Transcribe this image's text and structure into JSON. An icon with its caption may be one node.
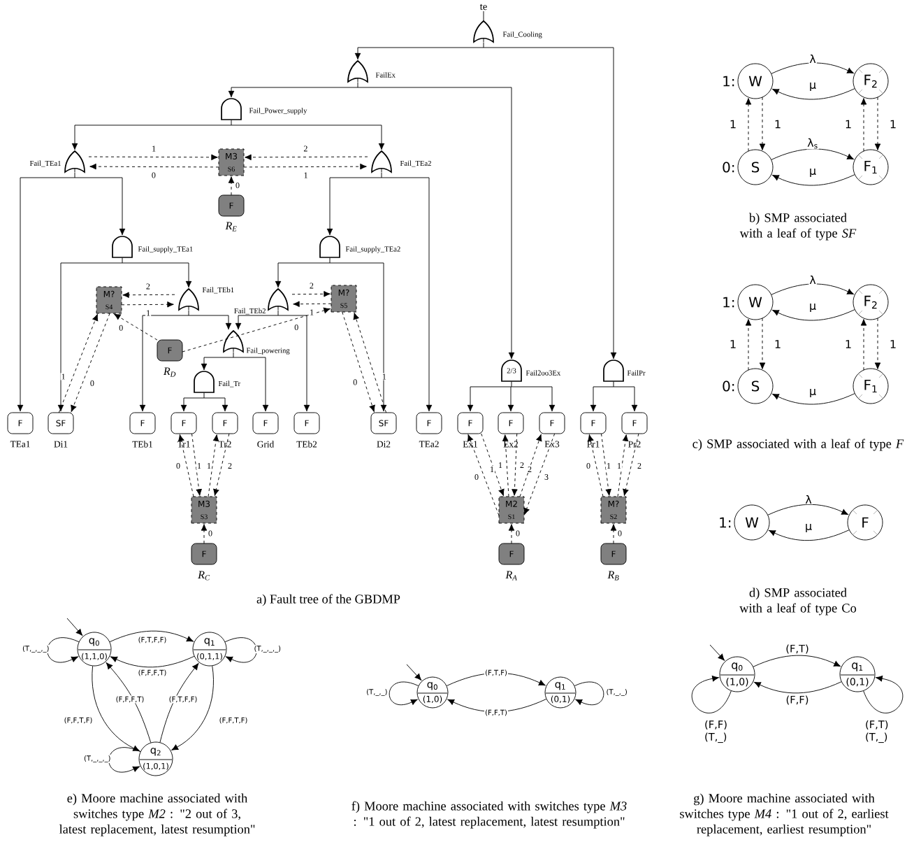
{
  "diagram": {
    "nodes": [
      {
        "text": [
          "te"
        ]
      },
      {
        "text": [],
        "shape": "or-gate",
        "beside": [
          "Fail_Cooling"
        ]
      },
      {
        "text": [],
        "shape": "or-gate",
        "beside": [
          "FailEx"
        ]
      },
      {
        "text": [],
        "shape": "and-gate",
        "beside": [
          "Fail_Power_supply"
        ]
      },
      {
        "text": [],
        "shape": "or-gate",
        "beside": [
          "Fail_TEa1"
        ]
      },
      {
        "text": [
          "M3",
          "S6"
        ]
      },
      {
        "text": [
          "F"
        ],
        "beside": [
          "R$_{E}$"
        ]
      },
      {
        "text": [],
        "shape": "or-gate",
        "beside": [
          "Fail_TEa2"
        ]
      },
      {
        "text": [],
        "shape": "and-gate",
        "beside": [
          "Fail_supply_TEa1"
        ]
      },
      {
        "text": [],
        "shape": "and-gate",
        "beside": [
          "Fail_supply_TEa2"
        ]
      },
      {
        "text": [
          "M?",
          "S4"
        ]
      },
      {
        "text": [],
        "shape": "or-gate",
        "beside": [
          "Fail_TEb1"
        ]
      },
      {
        "text": [],
        "shape": "or-gate",
        "beside": [
          "Fail_TEb2"
        ]
      },
      {
        "text": [
          "M?",
          "S5"
        ]
      },
      {
        "text": [
          "F"
        ],
        "beside": [
          "R$_{D}$"
        ]
      },
      {
        "text": [],
        "shape": "or-gate",
        "beside": [
          "Fail_powering"
        ]
      },
      {
        "text": [],
        "shape": "and-gate",
        "beside": [
          "Fail_Tr"
        ]
      },
      {
        "text": [
          "F"
        ],
        "beside": [
          "TEa1"
        ]
      },
      {
        "text": [
          "SF"
        ],
        "beside": [
          "Di1"
        ]
      },
      {
        "text": [
          "F"
        ],
        "beside": [
          "TEb1"
        ]
      },
      {
        "text": [
          "F"
        ],
        "beside": [
          "Tr1"
        ]
      },
      {
        "text": [
          "F"
        ],
        "beside": [
          "Tr2"
        ]
      },
      {
        "text": [
          "F"
        ],
        "beside": [
          "Grid"
        ]
      },
      {
        "text": [
          "F"
        ],
        "beside": [
          "TEb2"
        ]
      },
      {
        "text": [
          "SF"
        ],
        "beside": [
          "Di2"
        ]
      },
      {
        "text": [
          "F"
        ],
        "beside": [
          "TEa2"
        ]
      },
      {
        "text": [
          "F"
        ],
        "beside": [
          "Ex1"
        ]
      },
      {
        "text": [
          "F"
        ],
        "beside": [
          "Ex2"
        ]
      },
      {
        "text": [
          "F"
        ],
        "beside": [
          "Ex3"
        ]
      },
      {
        "text": [
          "F"
        ],
        "beside": [
          "Pr1"
        ]
      },
      {
        "text": [
          "F"
        ],
        "beside": [
          "Pr2"
        ]
      },
      {
        "text": [
          "M3",
          "S3"
        ]
      },
      {
        "text": [
          "F"
        ],
        "beside": [
          "R$_{C}$"
        ]
      },
      {
        "text": [
          "2/3"
        ],
        "beside": [
          "Fail2oo3Ex"
        ]
      },
      {
        "text": [
          "M2",
          "S1"
        ]
      },
      {
        "text": [
          "F"
        ],
        "beside": [
          "R$_{A}$"
        ]
      },
      {
        "text": [],
        "shape": "and-gate",
        "beside": [
          "FailPr"
        ]
      },
      {
        "text": [
          "M?",
          "S2"
        ]
      },
      {
        "text": [
          "F"
        ],
        "beside": [
          "R$_{B}$"
        ]
      },
      {
        "text": [
          "W"
        ],
        "beside": [
          "1:"
        ]
      },
      {
        "text": [
          "F$_{2}$"
        ]
      },
      {
        "text": [
          "S"
        ],
        "beside": [
          "0:"
        ]
      },
      {
        "text": [
          "F$_{1}$"
        ]
      },
      {
        "text": [
          "W"
        ],
        "beside": [
          "1:"
        ]
      },
      {
        "text": [
          "F$_{2}$"
        ]
      },
      {
        "text": [
          "S"
        ],
        "beside": [
          "0:"
        ]
      },
      {
        "text": [
          "F$_{1}$"
        ]
      },
      {
        "text": [
          "W"
        ],
        "beside": [
          "1:"
        ]
      },
      {
        "text": [
          "F"
        ]
      },
      {
        "text": [
          "q$_{0}$",
          "(1,1,0)"
        ]
      },
      {
        "text": [
          "q$_{1}$",
          "(0,1,1)"
        ]
      },
      {
        "text": [
          "q$_{2}$",
          "(1,0,1)"
        ]
      },
      {
        "text": [
          "q$_{0}$",
          "(1,0)"
        ]
      },
      {
        "text": [
          "q$_{1}$",
          "(0,1)"
        ]
      },
      {
        "text": [
          "q$_{0}$",
          "(1,0)"
        ]
      },
      {
        "text": [
          "q$_{1}$",
          "(0,1)"
        ]
      }
    ],
    "edges": [
      {
        "from": 0,
        "to": 1,
        "arrow": "none"
      },
      {
        "from": 1,
        "to": 2,
        "arrow": "to"
      },
      {
        "from": 1,
        "to": 36,
        "arrow": "to"
      },
      {
        "from": 2,
        "to": 3,
        "arrow": "to"
      },
      {
        "from": 2,
        "to": 33,
        "arrow": "to"
      },
      {
        "from": 3,
        "to": 4,
        "arrow": "to"
      },
      {
        "from": 3,
        "to": 7,
        "arrow": "to"
      },
      {
        "from": 4,
        "to": 17,
        "arrow": "to"
      },
      {
        "from": 4,
        "to": 8,
        "arrow": "to"
      },
      {
        "from": 7,
        "to": 9,
        "arrow": "to"
      },
      {
        "from": 7,
        "to": 25,
        "arrow": "to"
      },
      {
        "from": 8,
        "to": 18,
        "arrow": "to"
      },
      {
        "from": 8,
        "to": 11,
        "arrow": "to"
      },
      {
        "from": 9,
        "to": 12,
        "arrow": "to"
      },
      {
        "from": 9,
        "to": 24,
        "arrow": "to"
      },
      {
        "from": 11,
        "to": 19,
        "arrow": "to"
      },
      {
        "from": 11,
        "to": 15,
        "arrow": "to"
      },
      {
        "from": 12,
        "to": 15,
        "arrow": "to"
      },
      {
        "from": 12,
        "to": 23,
        "arrow": "to"
      },
      {
        "from": 15,
        "to": 16,
        "arrow": "to"
      },
      {
        "from": 15,
        "to": 22,
        "arrow": "to"
      },
      {
        "from": 16,
        "to": 20,
        "arrow": "to"
      },
      {
        "from": 16,
        "to": 21,
        "arrow": "to"
      },
      {
        "from": 33,
        "to": 26,
        "arrow": "to"
      },
      {
        "from": 33,
        "to": 27,
        "arrow": "to"
      },
      {
        "from": 33,
        "to": 28,
        "arrow": "to"
      },
      {
        "from": 36,
        "to": 29,
        "arrow": "to"
      },
      {
        "from": 36,
        "to": 30,
        "arrow": "to"
      },
      {
        "from": 4,
        "to": 5,
        "arrow": "to",
        "style": "dashed",
        "label": "1"
      },
      {
        "from": 5,
        "to": 4,
        "arrow": "to",
        "style": "dashed",
        "label": "0"
      },
      {
        "from": 7,
        "to": 5,
        "arrow": "to",
        "style": "dashed",
        "label": "2"
      },
      {
        "from": 5,
        "to": 7,
        "arrow": "to",
        "style": "dashed",
        "label": "1"
      },
      {
        "from": 6,
        "to": 5,
        "arrow": "to",
        "style": "dashed",
        "label": "0"
      },
      {
        "from": 11,
        "to": 10,
        "arrow": "to",
        "style": "dashed",
        "label": "2"
      },
      {
        "from": 10,
        "to": 11,
        "arrow": "to",
        "style": "dashed",
        "label": "1"
      },
      {
        "from": 12,
        "to": 13,
        "arrow": "to",
        "style": "dashed",
        "label": "2"
      },
      {
        "from": 13,
        "to": 12,
        "arrow": "to",
        "style": "dashed",
        "label": "1"
      },
      {
        "from": 14,
        "to": 10,
        "arrow": "to",
        "style": "dashed",
        "label": "0"
      },
      {
        "from": 14,
        "to": 13,
        "arrow": "to",
        "style": "dashed",
        "label": "0"
      },
      {
        "from": 18,
        "to": 10,
        "arrow": "to",
        "style": "dashed",
        "label": "1"
      },
      {
        "from": 10,
        "to": 18,
        "arrow": "to",
        "style": "dashed",
        "label": "0"
      },
      {
        "from": 24,
        "to": 13,
        "arrow": "to",
        "style": "dashed",
        "label": "1"
      },
      {
        "from": 13,
        "to": 24,
        "arrow": "to",
        "style": "dashed",
        "label": "0"
      },
      {
        "from": 31,
        "to": 20,
        "arrow": "to",
        "style": "dashed",
        "label": "0"
      },
      {
        "from": 20,
        "to": 31,
        "arrow": "to",
        "style": "dashed",
        "label": "1"
      },
      {
        "from": 31,
        "to": 21,
        "arrow": "to",
        "style": "dashed",
        "label": "1"
      },
      {
        "from": 21,
        "to": 31,
        "arrow": "to",
        "style": "dashed",
        "label": "2"
      },
      {
        "from": 32,
        "to": 31,
        "arrow": "to",
        "style": "dashed",
        "label": "0"
      },
      {
        "from": 34,
        "to": 26,
        "arrow": "to",
        "style": "dashed",
        "label": "0"
      },
      {
        "from": 26,
        "to": 34,
        "arrow": "to",
        "style": "dashed",
        "label": "1"
      },
      {
        "from": 34,
        "to": 27,
        "arrow": "to",
        "style": "dashed",
        "label": "1"
      },
      {
        "from": 27,
        "to": 34,
        "arrow": "to",
        "style": "dashed",
        "label": "2"
      },
      {
        "from": 34,
        "to": 28,
        "arrow": "to",
        "style": "dashed",
        "label": "2"
      },
      {
        "from": 28,
        "to": 34,
        "arrow": "to",
        "style": "dashed",
        "label": "3"
      },
      {
        "from": 35,
        "to": 34,
        "arrow": "to",
        "style": "dashed",
        "label": "0"
      },
      {
        "from": 37,
        "to": 29,
        "arrow": "to",
        "style": "dashed",
        "label": "0"
      },
      {
        "from": 29,
        "to": 37,
        "arrow": "to",
        "style": "dashed",
        "label": "1"
      },
      {
        "from": 37,
        "to": 30,
        "arrow": "to",
        "style": "dashed",
        "label": "1"
      },
      {
        "from": 30,
        "to": 37,
        "arrow": "to",
        "style": "dashed",
        "label": "2"
      },
      {
        "from": 38,
        "to": 37,
        "arrow": "to",
        "style": "dashed",
        "label": "0"
      },
      {
        "from": 39,
        "to": 40,
        "arrow": "to",
        "label": "λ"
      },
      {
        "from": 40,
        "to": 39,
        "arrow": "to",
        "label": "μ"
      },
      {
        "from": 41,
        "to": 42,
        "arrow": "to",
        "label": "λ$_{s}$"
      },
      {
        "from": 42,
        "to": 41,
        "arrow": "to",
        "label": "μ"
      },
      {
        "from": 41,
        "to": 39,
        "arrow": "to",
        "style": "dashed",
        "label": "1"
      },
      {
        "from": 39,
        "to": 41,
        "arrow": "to",
        "style": "dashed",
        "label": "1"
      },
      {
        "from": 42,
        "to": 40,
        "arrow": "to",
        "style": "dashed",
        "label": "1"
      },
      {
        "from": 40,
        "to": 42,
        "arrow": "to",
        "style": "dashed",
        "label": "1"
      },
      {
        "from": 43,
        "to": 44,
        "arrow": "to",
        "label": "λ"
      },
      {
        "from": 44,
        "to": 43,
        "arrow": "to",
        "label": "μ"
      },
      {
        "from": 46,
        "to": 45,
        "arrow": "to",
        "label": "μ"
      },
      {
        "from": 45,
        "to": 43,
        "arrow": "to",
        "style": "dashed",
        "label": "1"
      },
      {
        "from": 43,
        "to": 45,
        "arrow": "to",
        "style": "dashed",
        "label": "1"
      },
      {
        "from": 46,
        "to": 44,
        "arrow": "to",
        "style": "dashed",
        "label": "1"
      },
      {
        "from": 44,
        "to": 46,
        "arrow": "to",
        "style": "dashed",
        "label": "1"
      },
      {
        "from": 47,
        "to": 48,
        "arrow": "to",
        "label": "λ"
      },
      {
        "from": 48,
        "to": 47,
        "arrow": "to",
        "label": "μ"
      },
      {
        "from": null,
        "to": 49,
        "arrow": "to"
      },
      {
        "from": 49,
        "to": 49,
        "arrow": "to",
        "label": "(T,_,_,_)"
      },
      {
        "from": 49,
        "to": 50,
        "arrow": "to",
        "label": "(F,T,F,F)"
      },
      {
        "from": 50,
        "to": 49,
        "arrow": "to",
        "label": "(F,F,F,T)"
      },
      {
        "from": 50,
        "to": 50,
        "arrow": "to",
        "label": "(T,_,_,_)"
      },
      {
        "from": 49,
        "to": 51,
        "arrow": "to",
        "label": "(F,F,T,F)"
      },
      {
        "from": 51,
        "to": 49,
        "arrow": "to",
        "label": "(F,F,F,T)"
      },
      {
        "from": 51,
        "to": 50,
        "arrow": "to",
        "label": "(F,T,F,F)"
      },
      {
        "from": 50,
        "to": 51,
        "arrow": "to",
        "label": "(F,F,T,F)"
      },
      {
        "from": 51,
        "to": 51,
        "arrow": "to",
        "label": "(T,_,_,_)"
      },
      {
        "from": null,
        "to": 52,
        "arrow": "to"
      },
      {
        "from": 52,
        "to": 52,
        "arrow": "to",
        "label": "(T,_,_)"
      },
      {
        "from": 52,
        "to": 53,
        "arrow": "to",
        "label": "(F,T,F)"
      },
      {
        "from": 53,
        "to": 52,
        "arrow": "to",
        "label": "(F,F,T)"
      },
      {
        "from": 53,
        "to": 53,
        "arrow": "to",
        "label": "(T,_,_)"
      },
      {
        "from": null,
        "to": 54,
        "arrow": "to"
      },
      {
        "from": 54,
        "to": 54,
        "arrow": "to",
        "label": "(F,F) (T,_)"
      },
      {
        "from": 54,
        "to": 55,
        "arrow": "to",
        "label": "(F,T)"
      },
      {
        "from": 55,
        "to": 54,
        "arrow": "to",
        "label": "(F,F)"
      },
      {
        "from": 55,
        "to": 55,
        "arrow": "to",
        "label": "(F,T) (T,_)"
      }
    ],
    "labels": [
      "a) Fault tree of the GBDMP",
      "b) SMP associated with a leaf of type *SF*",
      "c) SMP associated with a leaf of type *F*",
      "d) SMP associated with a leaf of type Co",
      "e) Moore machine associated with switches type *M2* : \"2 out of 3, latest replacement, latest resumption\"",
      "f) Moore machine associated with switches type *M3* : \"1 out of 2, latest replacement, latest resumption\"",
      "g) Moore machine associated with switches type *M4* : \"1 out of 2, earliest replacement, earliest resumption\""
    ]
  }
}
